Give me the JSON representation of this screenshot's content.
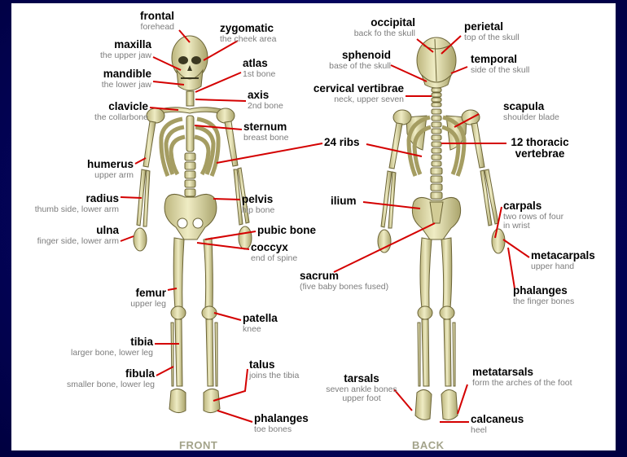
{
  "views": {
    "front": "FRONT",
    "back": "BACK"
  },
  "colors": {
    "bone": "#e6e2b4",
    "bone_shade": "#b9b27c",
    "bone_dark": "#5a5530",
    "pointer": "#d40000",
    "frame": "#04045e"
  },
  "labels": {
    "frontal": {
      "title": "frontal",
      "sub": "forehead"
    },
    "zygomatic": {
      "title": "zygomatic",
      "sub": "the cheek area"
    },
    "maxilla": {
      "title": "maxilla",
      "sub": "the upper jaw"
    },
    "atlas": {
      "title": "atlas",
      "sub": "1st bone"
    },
    "mandible": {
      "title": "mandible",
      "sub": "the lower jaw"
    },
    "axis": {
      "title": "axis",
      "sub": "2nd bone"
    },
    "clavicle": {
      "title": "clavicle",
      "sub": "the collarbone"
    },
    "sternum": {
      "title": "sternum",
      "sub": "breast bone"
    },
    "ribs": {
      "title": "24 ribs"
    },
    "humerus": {
      "title": "humerus",
      "sub": "upper arm"
    },
    "radius": {
      "title": "radius",
      "sub": "thumb side, lower arm"
    },
    "pelvis": {
      "title": "pelvis",
      "sub": "hip bone"
    },
    "ulna": {
      "title": "ulna",
      "sub": "finger side, lower arm"
    },
    "pubic_bone": {
      "title": "pubic bone"
    },
    "coccyx": {
      "title": "coccyx",
      "sub": "end of spine"
    },
    "femur": {
      "title": "femur",
      "sub": "upper leg"
    },
    "patella": {
      "title": "patella",
      "sub": "knee"
    },
    "tibia": {
      "title": "tibia",
      "sub": "larger bone, lower leg"
    },
    "fibula": {
      "title": "fibula",
      "sub": "smaller bone, lower leg"
    },
    "talus": {
      "title": "talus",
      "sub": "joins the tibia"
    },
    "phalanges_toe": {
      "title": "phalanges",
      "sub": "toe bones"
    },
    "occipital": {
      "title": "occipital",
      "sub": "back fo the skull"
    },
    "perietal": {
      "title": "perietal",
      "sub": "top of the skull"
    },
    "sphenoid": {
      "title": "sphenoid",
      "sub": "base of the skull"
    },
    "temporal": {
      "title": "temporal",
      "sub": "side of the skull"
    },
    "cervical": {
      "title": "cervical vertibrae",
      "sub": "neck, upper seven"
    },
    "scapula": {
      "title": "scapula",
      "sub": "shoulder blade"
    },
    "thoracic": {
      "title1": "12 thoracic",
      "title2": "vertebrae"
    },
    "ilium": {
      "title": "ilium"
    },
    "carpals": {
      "title": "carpals",
      "sub1": "two rows of four",
      "sub2": "in wrist"
    },
    "metacarpals": {
      "title": "metacarpals",
      "sub": "upper hand"
    },
    "sacrum": {
      "title": "sacrum",
      "sub": "(five baby bones fused)"
    },
    "phalanges_finger": {
      "title": "phalanges",
      "sub": "the finger bones"
    },
    "metatarsals": {
      "title": "metatarsals",
      "sub": "form the arches of the foot"
    },
    "tarsals": {
      "title": "tarsals",
      "sub1": "seven ankle bones",
      "sub2": "upper foot"
    },
    "calcaneus": {
      "title": "calcaneus",
      "sub": "heel"
    }
  }
}
